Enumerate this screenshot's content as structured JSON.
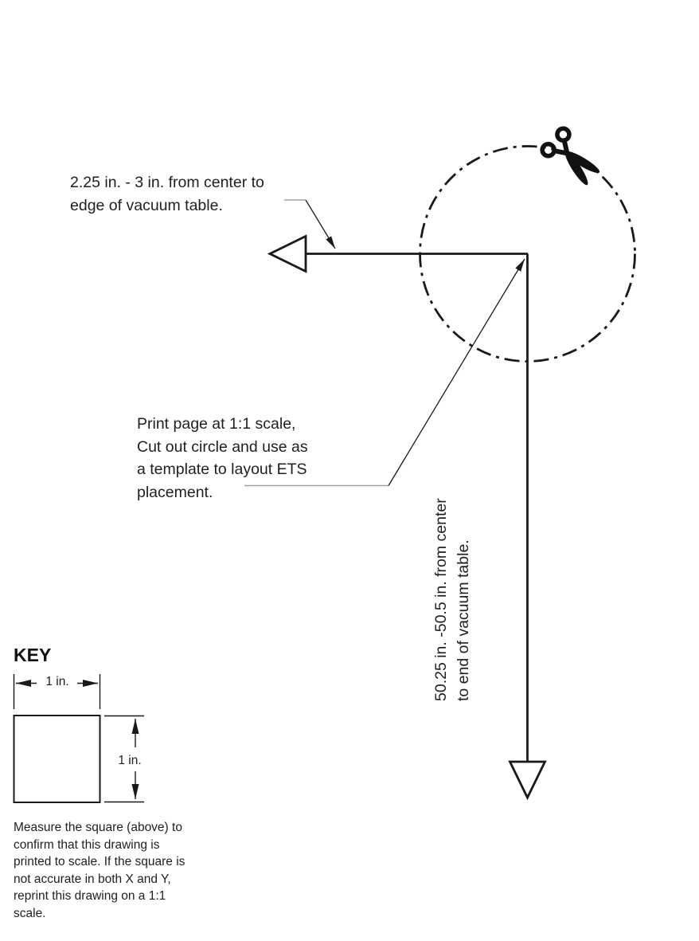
{
  "colors": {
    "line": "#1a1a1a",
    "leader_gray": "#a0a0a0",
    "text": "#1f1f1f",
    "background": "#ffffff"
  },
  "icons": {
    "scissors": "✂",
    "arrowheads": "open-triangle-and-filled-cad-arrows"
  },
  "annotations": {
    "edge_offset": {
      "line1": "2.25 in. - 3 in. from center to",
      "line2": "edge of vacuum table."
    },
    "print_instructions": {
      "line1": "Print page at 1:1 scale,",
      "line2": "Cut out circle and use as",
      "line3": "a template to layout ETS",
      "line4": "placement."
    },
    "center_distance": {
      "line1": "50.25 in. -50.5 in. from center",
      "line2": "to end of vacuum table."
    }
  },
  "key": {
    "title": "KEY",
    "width_label": "1 in.",
    "height_label": "1 in.",
    "scale_note": {
      "line1": "Measure the square (above) to",
      "line2": "confirm that this drawing is",
      "line3": "printed to scale. If the square is",
      "line4": "not accurate in both X and Y,",
      "line5": "reprint this drawing on a 1:1",
      "line6": "scale."
    }
  }
}
